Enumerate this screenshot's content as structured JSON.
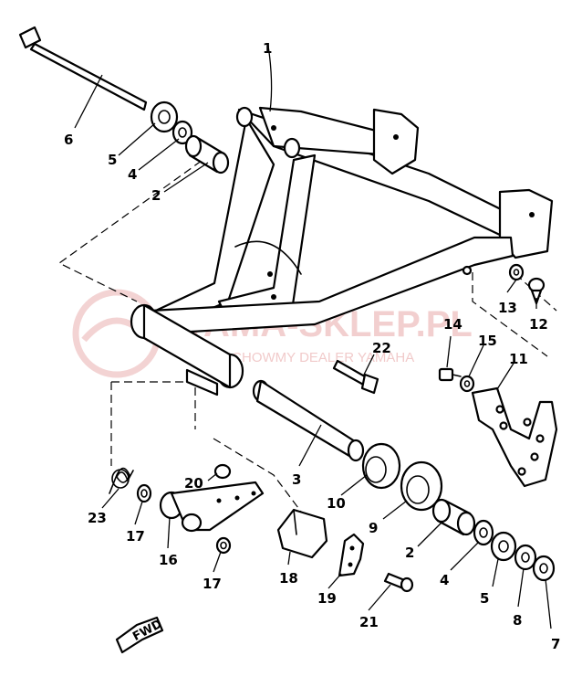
{
  "watermark": {
    "brand": "YAMA-SKLEP.PL",
    "tagline": "WSPÓŁCHOWMY DEALER YAMAHA",
    "color": "#e8a8a8"
  },
  "direction_badge": "FWD",
  "callouts": {
    "c1": "1",
    "c2a": "2",
    "c2b": "2",
    "c3": "3",
    "c4a": "4",
    "c4b": "4",
    "c5a": "5",
    "c5b": "5",
    "c6": "6",
    "c7": "7",
    "c8": "8",
    "c9": "9",
    "c10": "10",
    "c11": "11",
    "c12": "12",
    "c13": "13",
    "c14": "14",
    "c15": "15",
    "c16": "16",
    "c17a": "17",
    "c17b": "17",
    "c18": "18",
    "c19": "19",
    "c20": "20",
    "c21": "21",
    "c22": "22",
    "c23": "23"
  }
}
